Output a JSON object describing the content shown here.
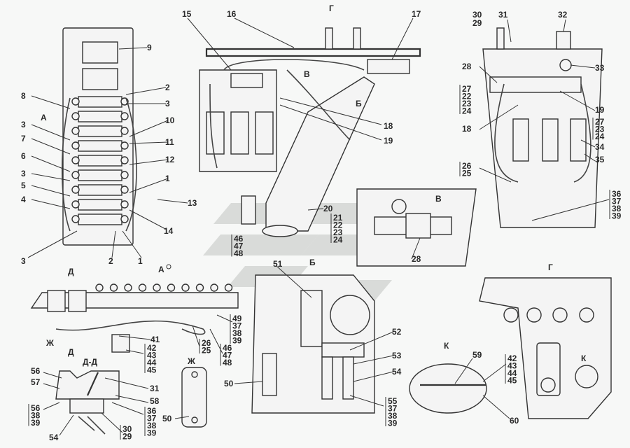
{
  "title": "Electrical equipment assembly diagram",
  "views": {
    "a": "А",
    "b": "Б",
    "v": "В",
    "g": "Г",
    "d": "Д",
    "dd": "Д-Д",
    "zh": "Ж",
    "k": "К"
  },
  "callouts": {
    "top_left": [
      "9",
      "2",
      "3",
      "8",
      "3",
      "7",
      "10",
      "11",
      "6",
      "12",
      "3",
      "5",
      "1",
      "4",
      "13",
      "14",
      "3",
      "2",
      "1"
    ],
    "top_center": [
      "15",
      "16",
      "17",
      "18",
      "19",
      "20"
    ],
    "top_center_stack_a": [
      "21",
      "22",
      "23",
      "24"
    ],
    "top_center_stack_b": [
      "46",
      "47",
      "48"
    ],
    "top_right": [
      "30",
      "29",
      "31",
      "32",
      "33",
      "28",
      "18",
      "19",
      "34",
      "35"
    ],
    "top_right_stack_a": [
      "27",
      "22",
      "23",
      "24"
    ],
    "top_right_stack_b": [
      "27",
      "23",
      "24"
    ],
    "top_right_stack_c": [
      "26",
      "25"
    ],
    "top_right_stack_d": [
      "36",
      "37",
      "38",
      "39"
    ],
    "view_v": [
      "28"
    ],
    "bottom_left": [
      "41",
      "50",
      "56",
      "57",
      "31",
      "58",
      "54"
    ],
    "bottom_left_stack_a": [
      "49",
      "37",
      "38",
      "39"
    ],
    "bottom_left_stack_b": [
      "26",
      "25"
    ],
    "bottom_left_stack_c": [
      "46",
      "47",
      "48"
    ],
    "bottom_left_stack_d": [
      "42",
      "43",
      "44",
      "45"
    ],
    "bottom_left_stack_e": [
      "56",
      "38",
      "39"
    ],
    "bottom_left_stack_f": [
      "30",
      "29"
    ],
    "bottom_left_stack_g": [
      "36",
      "37",
      "38",
      "39"
    ],
    "view_b": [
      "51",
      "50",
      "52",
      "53",
      "54"
    ],
    "view_b_stack": [
      "55",
      "37",
      "38",
      "39"
    ],
    "view_k": [
      "59",
      "60"
    ],
    "view_k_stack": [
      "42",
      "43",
      "44",
      "45"
    ]
  },
  "colors": {
    "ink": "#333333",
    "background": "#f7f8f7",
    "watermark": "#cfd2cf"
  }
}
